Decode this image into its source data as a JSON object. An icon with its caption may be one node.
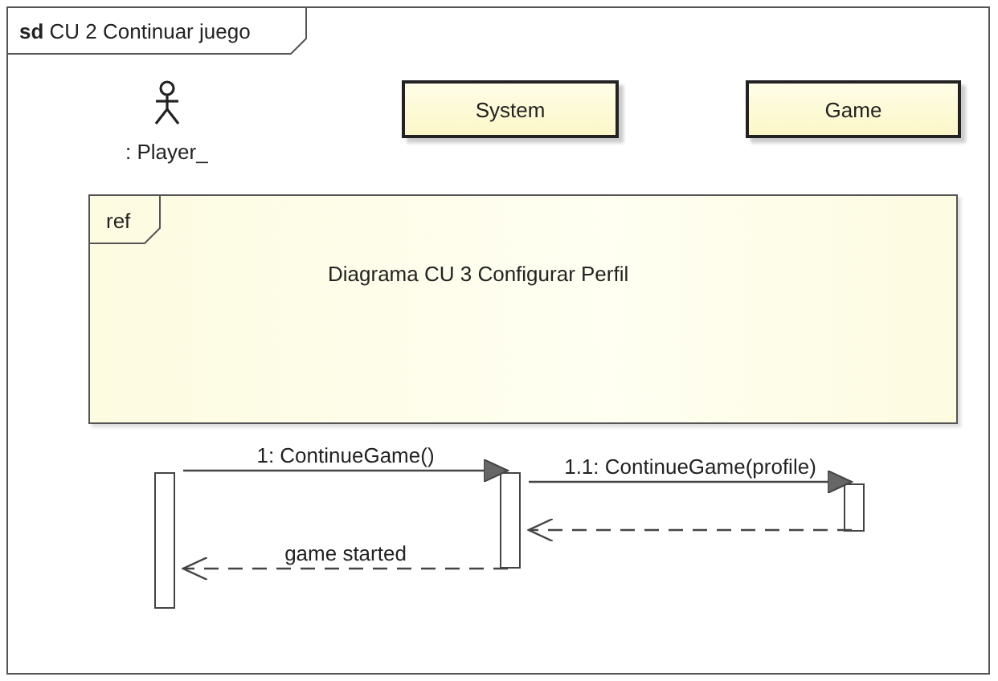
{
  "diagram": {
    "nodes": [
      {
        "text": [
          "**sd** CU 2 Continuar juego"
        ]
      },
      {
        "text": [
          ": Player_"
        ],
        "in": 0
      },
      {
        "text": [
          "System"
        ],
        "in": 0
      },
      {
        "text": [
          "Game"
        ],
        "in": 0
      },
      {
        "text": [
          "ref",
          "Diagrama CU 3 Configurar Perfil"
        ],
        "in": 0
      },
      {
        "text": [],
        "shape": "bar",
        "in": 0
      },
      {
        "text": [],
        "shape": "bar",
        "in": 0
      },
      {
        "text": [],
        "shape": "bar",
        "in": 0
      }
    ],
    "edges": [
      {
        "from": 5,
        "to": 6,
        "arrow": "to",
        "label": "1: ContinueGame()"
      },
      {
        "from": 6,
        "to": 7,
        "arrow": "to",
        "label": "1.1: ContinueGame(profile)"
      },
      {
        "from": 7,
        "to": 6,
        "arrow": "to",
        "style": "dashed"
      },
      {
        "from": 6,
        "to": 5,
        "arrow": "to",
        "style": "dashed",
        "label": "game started"
      }
    ]
  }
}
